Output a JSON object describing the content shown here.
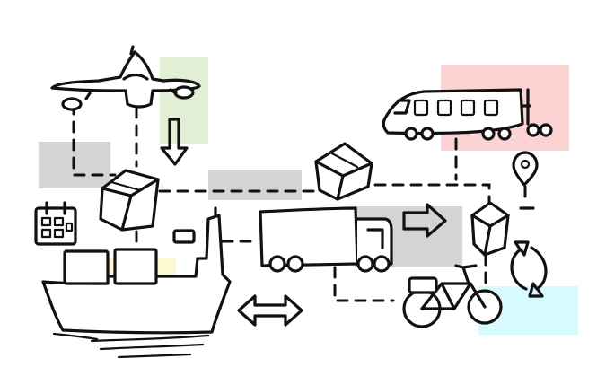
{
  "diagram": {
    "kind": "logistics-sketch",
    "nodes": [
      {
        "id": "airplane",
        "icon": "airplane-icon"
      },
      {
        "id": "cargo-ship",
        "icon": "ship-icon"
      },
      {
        "id": "truck",
        "icon": "truck-icon"
      },
      {
        "id": "train",
        "icon": "train-icon"
      },
      {
        "id": "bicycle",
        "icon": "bicycle-icon"
      },
      {
        "id": "package-left",
        "icon": "package-icon"
      },
      {
        "id": "package-center",
        "icon": "package-icon"
      },
      {
        "id": "package-right",
        "icon": "package-icon"
      },
      {
        "id": "calendar",
        "icon": "calendar-icon"
      },
      {
        "id": "location",
        "icon": "location-pin-icon"
      },
      {
        "id": "cycle",
        "icon": "cycle-arrows-icon"
      }
    ],
    "highlight_colors": {
      "green": "#e2efd4",
      "gray": "#d4d4d4",
      "red": "#fbd3d3",
      "yellow": "#fbf8d2",
      "cyan": "#d6fafd"
    }
  }
}
